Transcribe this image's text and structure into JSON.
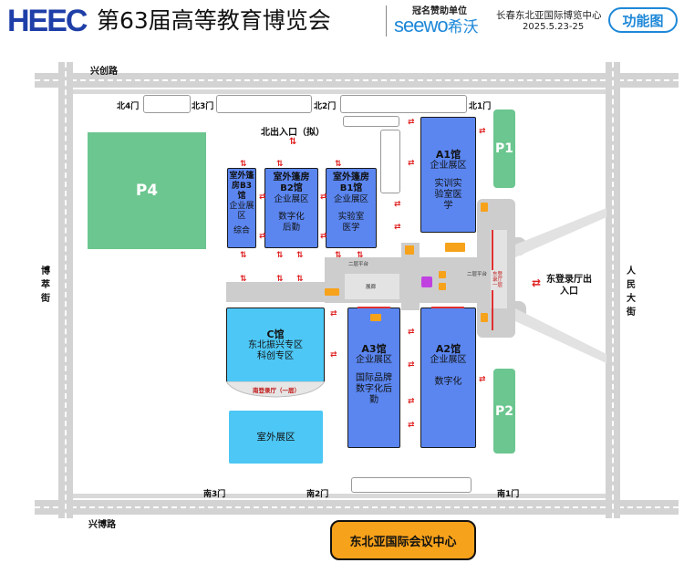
{
  "header": {
    "logo": "HEEC",
    "title": "第63届高等教育博览会",
    "sponsor_label": "冠名赞助单位",
    "sponsor_brand": "seewo",
    "sponsor_cn": "希沃",
    "venue": "长春东北亚国际博览中心",
    "date": "2025.5.23-25",
    "function_button": "功能图"
  },
  "roads": {
    "north": "兴创路",
    "south": "兴博路",
    "west": "博萃街",
    "east": "人民大街"
  },
  "gates": {
    "north": [
      "北4门",
      "北3门",
      "北2门",
      "北1门"
    ],
    "south": [
      "南3门",
      "南2门",
      "南1门"
    ]
  },
  "entrances": {
    "north_exit": "北出入口（拟）",
    "east_registration": "东登录厅出入口",
    "east_registration_inner": "东登录厅一层",
    "south_registration": "南登录厅（一层）"
  },
  "parking": [
    "P1",
    "P2",
    "P4"
  ],
  "halls": {
    "b3": {
      "name": "室外篷房B3馆",
      "zone": "企业展区",
      "topic": "综合"
    },
    "b2": {
      "name": "室外篷房B2馆",
      "zone": "企业展区",
      "topic": "数字化后勤"
    },
    "b1": {
      "name": "室外篷房B1馆",
      "zone": "企业展区",
      "topic": "实验室医学"
    },
    "a1": {
      "name": "A1馆",
      "zone": "企业展区",
      "topic": "实训实验室医学"
    },
    "c": {
      "name": "C馆",
      "zone": "东北振兴专区",
      "topic": "科创专区"
    },
    "a3": {
      "name": "A3馆",
      "zone": "企业展区",
      "topic": "国际品牌数字化后勤"
    },
    "a2": {
      "name": "A2馆",
      "zone": "企业展区",
      "topic": "数字化"
    },
    "outdoor": {
      "name": "室外展区"
    }
  },
  "corridor": {
    "platform": "二层平台",
    "center": "展廊"
  },
  "conference_center": "东北亚国际会议中心",
  "colors": {
    "hall_blue": "#5b86f0",
    "hall_c": "#4dc7f5",
    "parking_green": "#6bc68f",
    "accent_orange": "#f7a21b",
    "arrow_red": "#e02020",
    "brand_blue": "#1e88d8"
  }
}
